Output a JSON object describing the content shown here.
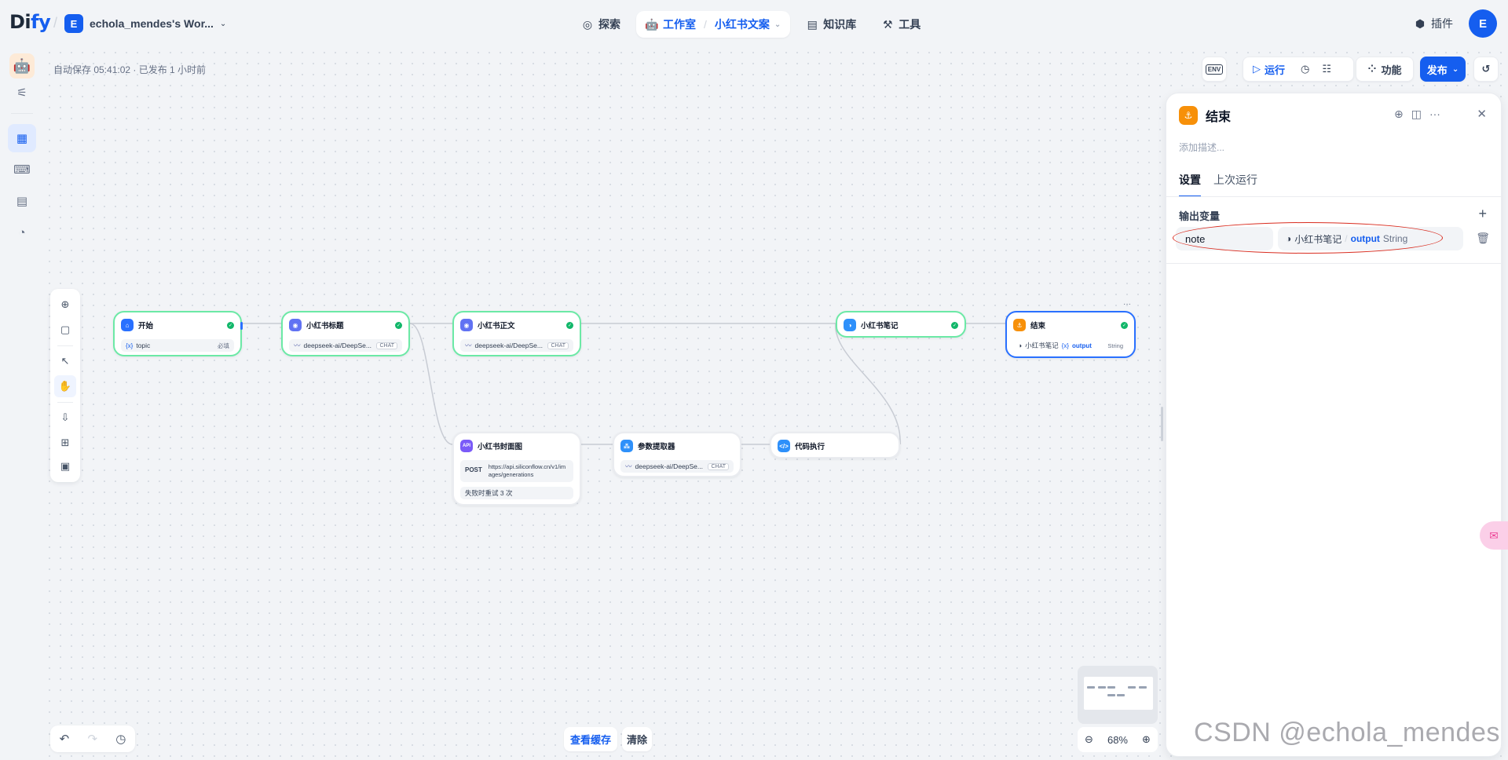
{
  "header": {
    "logo_main": "Di",
    "logo_accent": "fy",
    "workspace_initial": "E",
    "workspace_name": "echola_mendes's Wor...",
    "nav": {
      "explore": "探索",
      "studio": "工作室",
      "app": "小红书文案",
      "knowledge": "知识库",
      "tools": "工具"
    },
    "plugins": "插件",
    "user_initial": "E"
  },
  "canvas": {
    "autosave": "自动保存 05:41:02 · 已发布 1 小时前",
    "toolbar": {
      "env": "ENV",
      "run": "运行",
      "features": "功能",
      "publish": "发布"
    }
  },
  "nodes": {
    "start": {
      "title": "开始",
      "var": "topic",
      "meta": "必填"
    },
    "title_llm": {
      "title": "小红书标题",
      "model": "deepseek-ai/DeepSe...",
      "tag": "CHAT"
    },
    "body_llm": {
      "title": "小红书正文",
      "model": "deepseek-ai/DeepSe...",
      "tag": "CHAT"
    },
    "note": {
      "title": "小红书笔记"
    },
    "end": {
      "title": "结束",
      "src": "小红书笔记",
      "var": "output",
      "type": "String"
    },
    "cover": {
      "title": "小红书封面图",
      "method": "POST",
      "url": "https://api.siliconflow.cn/v1/images/generations",
      "retry": "失败时重试 3 次"
    },
    "extractor": {
      "title": "参数提取器",
      "model": "deepseek-ai/DeepSe...",
      "tag": "CHAT"
    },
    "code": {
      "title": "代码执行"
    }
  },
  "panel": {
    "title": "结束",
    "description_placeholder": "添加描述...",
    "tabs": [
      "设置",
      "上次运行"
    ],
    "output_section": "输出变量",
    "output_var_name": "note",
    "output_src_node": "小红书笔记",
    "output_src_var": "output",
    "output_src_type": "String"
  },
  "footer": {
    "view_cache": "查看缓存",
    "clear": "清除",
    "zoom": "68%"
  },
  "watermark": "CSDN @echola_mendes",
  "colors": {
    "accent": "#155eef",
    "success": "#12b76a",
    "end_node": "#f79009",
    "annotation": "#d92d20"
  }
}
